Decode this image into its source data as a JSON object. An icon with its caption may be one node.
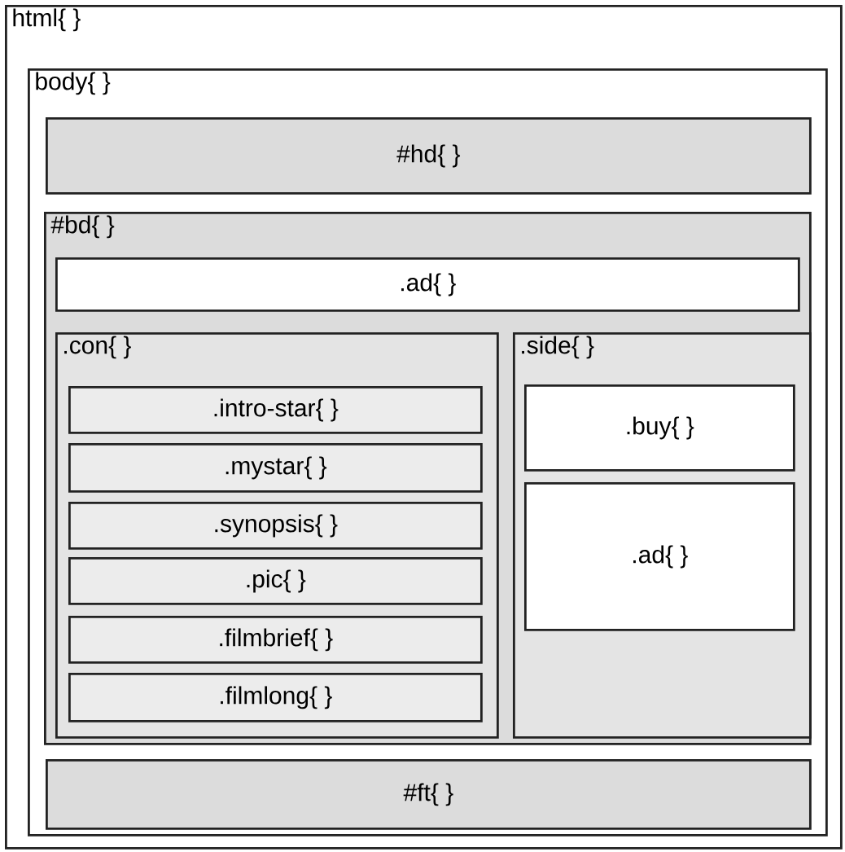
{
  "diagram": {
    "nodes": [
      {
        "text": [
          "html{ }"
        ]
      },
      {
        "text": [
          "body{ }"
        ],
        "in": 0
      },
      {
        "text": [
          "#hd{ }"
        ],
        "in": 1
      },
      {
        "text": [
          "#bd{ }"
        ],
        "in": 1
      },
      {
        "text": [
          ".ad{ }"
        ],
        "in": 3
      },
      {
        "text": [
          ".con{ }"
        ],
        "in": 3
      },
      {
        "text": [
          ".intro-star{ }"
        ],
        "in": 5
      },
      {
        "text": [
          ".mystar{ }"
        ],
        "in": 5
      },
      {
        "text": [
          ".synopsis{ }"
        ],
        "in": 5
      },
      {
        "text": [
          ".pic{ }"
        ],
        "in": 5
      },
      {
        "text": [
          ".filmbrief{ }"
        ],
        "in": 5
      },
      {
        "text": [
          ".filmlong{ }"
        ],
        "in": 5
      },
      {
        "text": [
          ".side{ }"
        ],
        "in": 3
      },
      {
        "text": [
          ".buy{ }"
        ],
        "in": 12
      },
      {
        "text": [
          ".ad{ }"
        ],
        "in": 12
      },
      {
        "text": [
          "#ft{ }"
        ],
        "in": 1
      }
    ]
  }
}
